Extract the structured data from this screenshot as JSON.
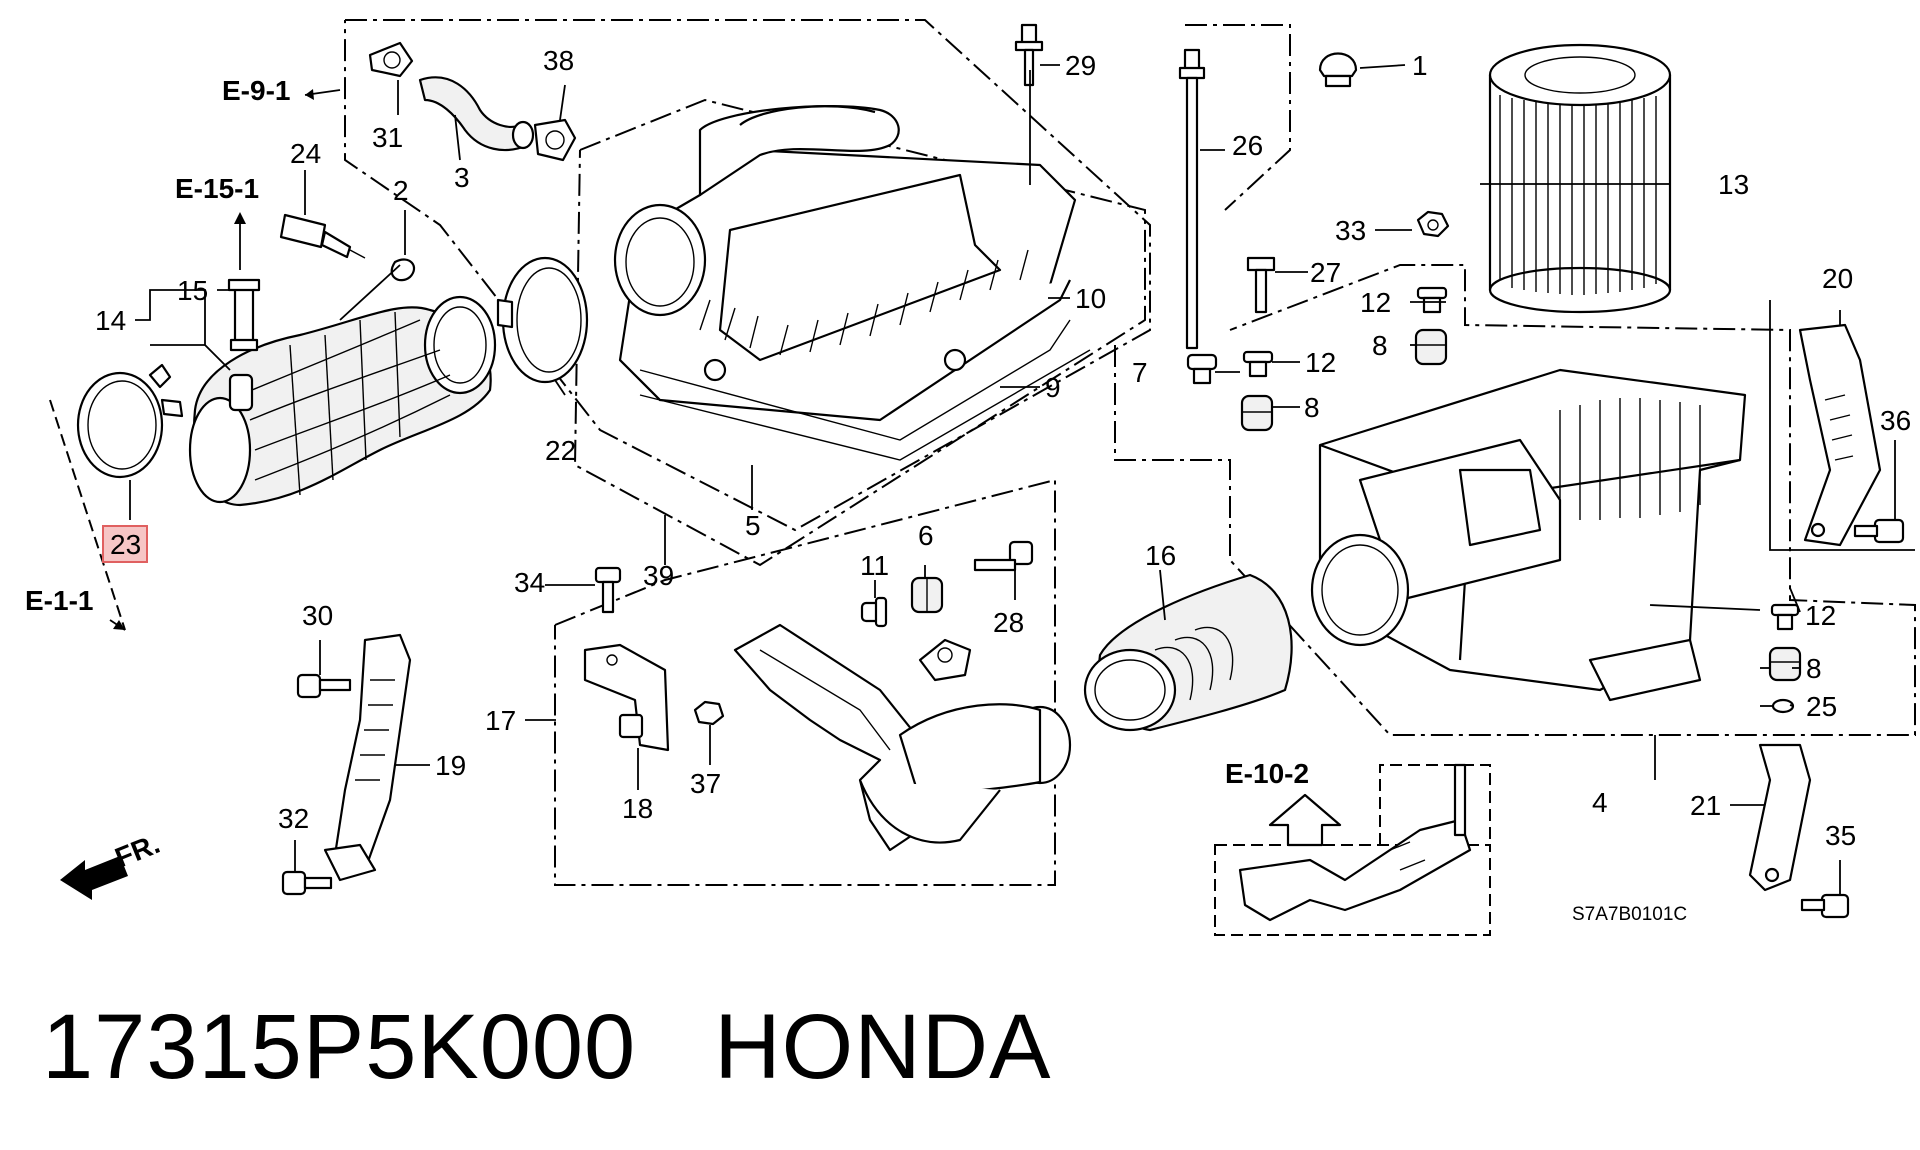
{
  "diagram": {
    "callouts": {
      "c1": "1",
      "c2": "2",
      "c3": "3",
      "c4": "4",
      "c5": "5",
      "c6": "6",
      "c7": "7",
      "c8a": "8",
      "c8b": "8",
      "c8c": "8",
      "c9": "9",
      "c10": "10",
      "c11": "11",
      "c12a": "12",
      "c12b": "12",
      "c12c": "12",
      "c13": "13",
      "c14": "14",
      "c15": "15",
      "c16": "16",
      "c17": "17",
      "c18": "18",
      "c19": "19",
      "c20": "20",
      "c21": "21",
      "c22": "22",
      "c23": "23",
      "c24": "24",
      "c25": "25",
      "c26": "26",
      "c27": "27",
      "c28": "28",
      "c29": "29",
      "c30": "30",
      "c31": "31",
      "c32": "32",
      "c33": "33",
      "c34": "34",
      "c35": "35",
      "c36": "36",
      "c37": "37",
      "c38": "38",
      "c39": "39"
    },
    "refs": {
      "e91": "E-9-1",
      "e151": "E-15-1",
      "e11": "E-1-1",
      "e102": "E-10-2"
    },
    "front_label": "FR.",
    "diagram_code": "S7A7B0101C",
    "highlight_color": "#f6c6c6"
  },
  "footer": {
    "part_number": "17315P5K000",
    "brand": "HONDA"
  }
}
